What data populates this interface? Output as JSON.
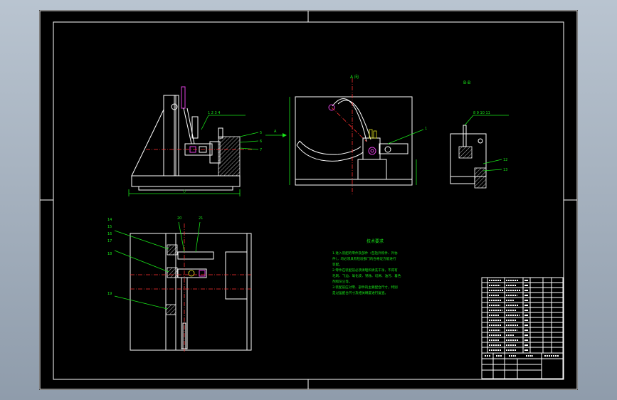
{
  "labels": {
    "view_a": "A 向",
    "section_bb": "B-B",
    "arrow_a": "A",
    "notes_title": "技术要求"
  },
  "notes": [
    "1.进入装配的零件及部件（包括外购件、外协",
    "件），均必须具有检验部门的合格证方能进行",
    "装配。",
    "2.零件在装配前必须清理和清洗干净，不得有",
    "毛刺、飞边、氧化皮、锈蚀、切屑、油污、着色",
    "剂和灰尘等。",
    "3.装配前应对零、部件的主要配合尺寸，特别",
    "是过盈配合尺寸及相关精度进行复查。"
  ],
  "colors": {
    "sheet_bg": "#000000",
    "outline": "#ffffff",
    "dimension": "#19e619",
    "highlight": "#e040e0",
    "center_line": "#ff3030",
    "window_bg": "#a7b3c0"
  },
  "icons": [
    "arrow-a-icon"
  ]
}
